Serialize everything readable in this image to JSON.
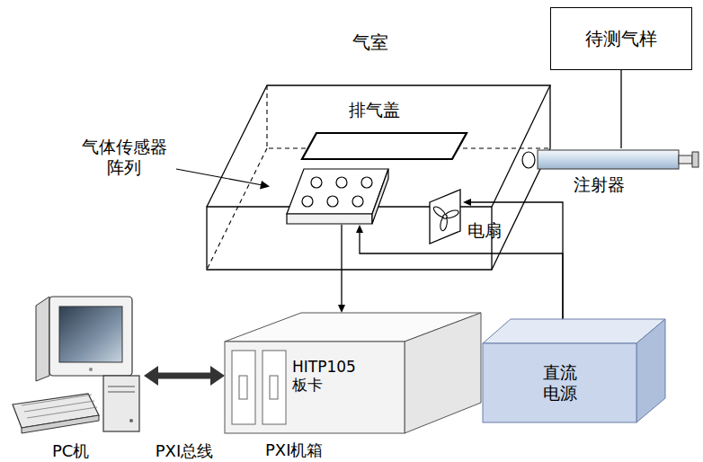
{
  "diagram": {
    "nodes": [
      {
        "text": [
          "气室"
        ]
      },
      {
        "text": [
          "排气盖"
        ],
        "in": 0
      },
      {
        "text": [
          "气体传感器 阵列"
        ],
        "in": 0
      },
      {
        "text": [
          "电扇"
        ],
        "in": 0
      },
      {
        "text": [
          "注射器"
        ]
      },
      {
        "text": [
          "待测气样"
        ]
      },
      {
        "text": [
          "PXI机箱"
        ]
      },
      {
        "text": [
          "HITP105 板卡"
        ],
        "in": 6
      },
      {
        "text": [
          "直流 电源"
        ]
      },
      {
        "text": [
          "PC机"
        ]
      }
    ],
    "edges": [
      {
        "from": 5,
        "to": 4,
        "arrow": "none"
      },
      {
        "from": 2,
        "to": 6,
        "arrow": "to"
      },
      {
        "from": 8,
        "to": 3,
        "arrow": "to"
      },
      {
        "from": 8,
        "to": 2,
        "arrow": "to"
      },
      {
        "from": 9,
        "to": 6,
        "arrow": "both",
        "label": "PXI总线"
      }
    ]
  }
}
